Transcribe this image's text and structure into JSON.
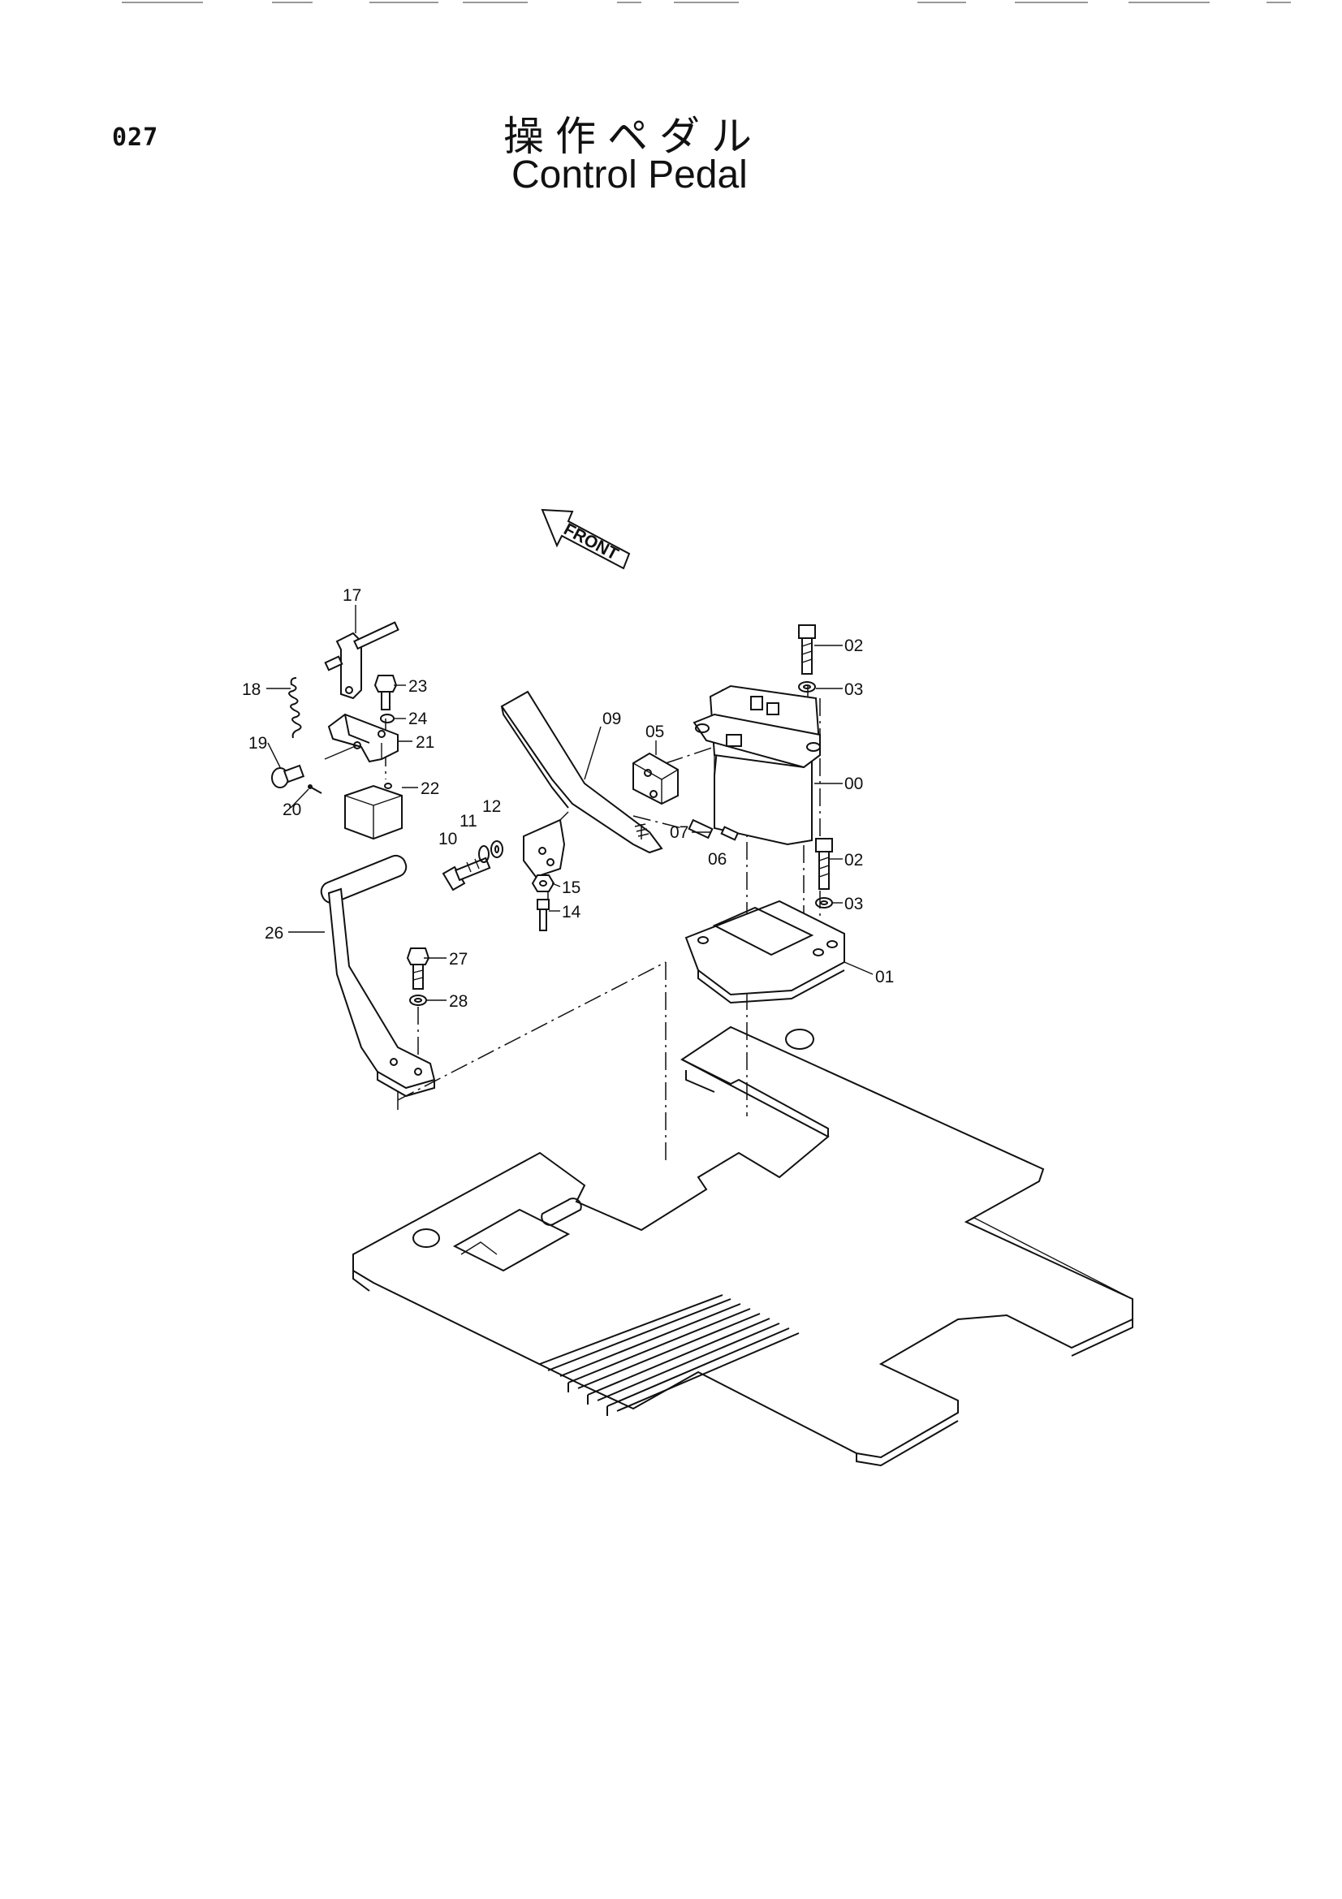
{
  "header": {
    "page_number": "027",
    "title_jp": "操作ペダル",
    "title_en": "Control Pedal"
  },
  "diagram": {
    "direction_tag": "FRONT",
    "part_labels": [
      "00",
      "01",
      "02",
      "02",
      "03",
      "03",
      "05",
      "06",
      "07",
      "09",
      "10",
      "11",
      "12",
      "14",
      "15",
      "17",
      "18",
      "19",
      "20",
      "21",
      "22",
      "23",
      "24",
      "26",
      "27",
      "28"
    ]
  }
}
